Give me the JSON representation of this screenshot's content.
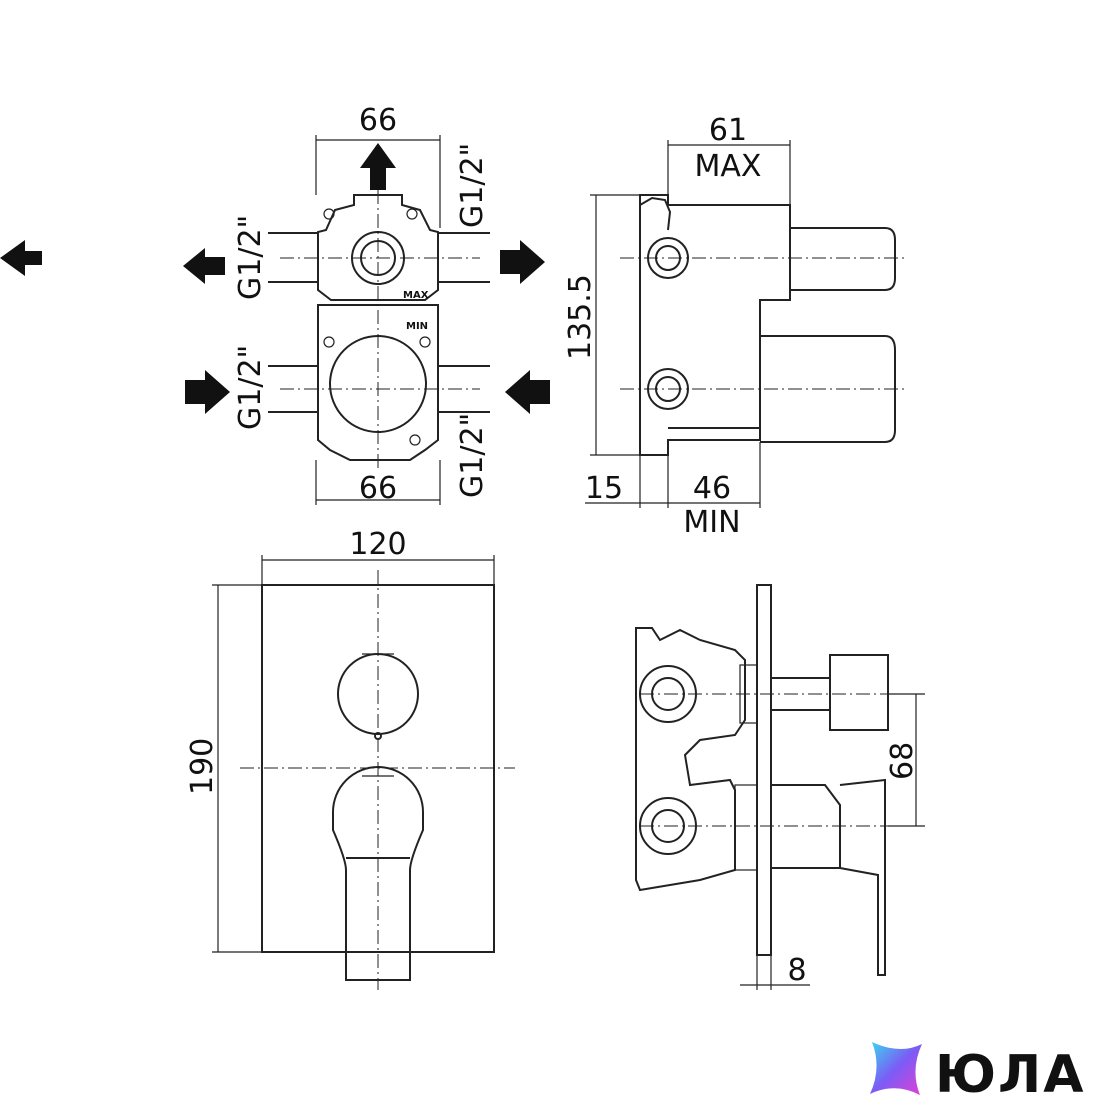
{
  "front_valve": {
    "dim_top": "66",
    "dim_bottom": "66",
    "thread_left_upper": "G1/2\"",
    "thread_left_lower": "G1/2\"",
    "thread_right_upper": "G1/2\"",
    "thread_right_lower": "G1/2\"",
    "label_max": "MAX",
    "label_min": "MIN"
  },
  "side_valve": {
    "dim_depth_max": "61",
    "label_max": "MAX",
    "dim_height": "135.5",
    "dim_offset": "15",
    "dim_depth_min": "46",
    "label_min": "MIN"
  },
  "plate_front": {
    "dim_width": "120",
    "dim_height": "190"
  },
  "assembly_side": {
    "dim_spacing": "68",
    "dim_plate": "8"
  },
  "logo": {
    "text": "ЮЛА",
    "colors": [
      "#3ad7f0",
      "#7b5cf5",
      "#e23fd6"
    ]
  }
}
